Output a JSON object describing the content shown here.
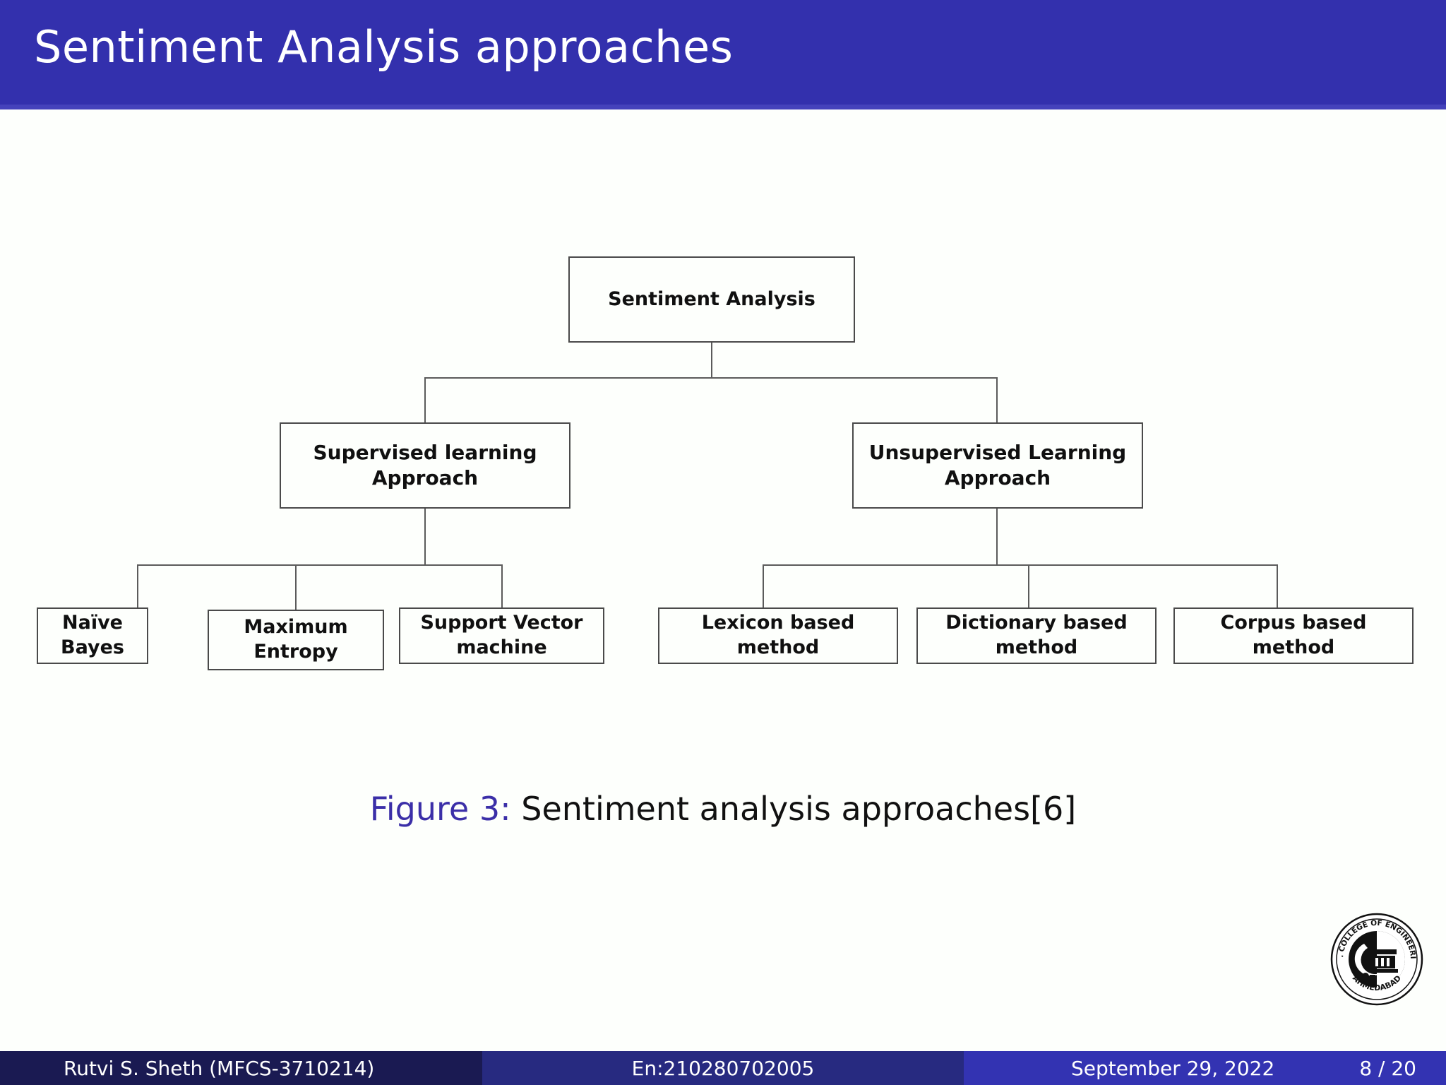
{
  "header": {
    "title": "Sentiment Analysis approaches",
    "bar_color": "#3330AD",
    "title_color": "#FFFFFF"
  },
  "diagram": {
    "type": "tree",
    "root": {
      "label": "Sentiment Analysis"
    },
    "level2": [
      {
        "label_line1": "Supervised learning",
        "label_line2": "Approach"
      },
      {
        "label_line1": "Unsupervised Learning",
        "label_line2": "Approach"
      }
    ],
    "level3_left": [
      {
        "label_line1": "Naïve",
        "label_line2": "Bayes"
      },
      {
        "label_line1": "Maximum",
        "label_line2": "Entropy"
      },
      {
        "label_line1": "Support Vector",
        "label_line2": "machine"
      }
    ],
    "level3_right": [
      {
        "label_line1": "Lexicon based",
        "label_line2": "method"
      },
      {
        "label_line1": "Dictionary based",
        "label_line2": "method"
      },
      {
        "label_line1": "Corpus based",
        "label_line2": "method"
      }
    ],
    "box_border_color": "#4A4A4A",
    "edge_color": "#5B5B5B"
  },
  "caption": {
    "figure_label": "Figure 3:",
    "figure_label_color": "#3B2FA8",
    "text": " Sentiment analysis approaches[6]"
  },
  "logo": {
    "top_text": "L.D. COLLEGE OF ENGINEERING",
    "bottom_text": "AHMEDABAD"
  },
  "footer": {
    "author": "Rutvi S. Sheth  (MFCS-3710214)",
    "enrollment": "En:210280702005",
    "date": "September 29, 2022",
    "page": "8 / 20",
    "left_color": "#1A1A52",
    "mid_color": "#272A80",
    "right_color": "#3333B2"
  }
}
